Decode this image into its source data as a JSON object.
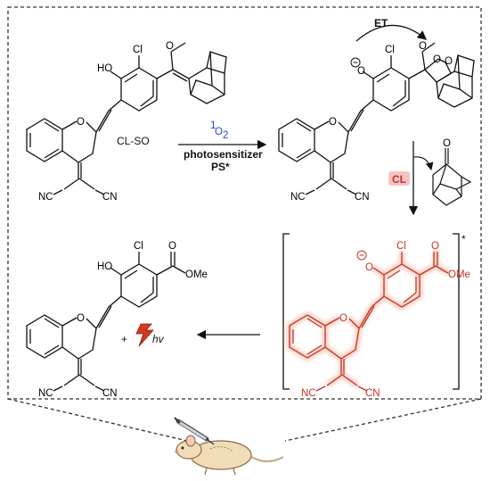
{
  "colors": {
    "ink": "#111111",
    "product_red": "#c8321e",
    "glow": "#f5cfc4",
    "singlet_blue": "#2b47c9",
    "cl_box": "#f3c4c4",
    "mouse_fill": "#f2dcb6",
    "mouse_line": "#8a6a44"
  },
  "probe": {
    "name": "CL-SO",
    "hydroxyl": "HO",
    "chloro": "Cl",
    "methoxy_o": "O",
    "ring_o": "O",
    "cn_left": "NC",
    "cn_right": "CN"
  },
  "reaction1": {
    "reagent_sup": "1",
    "reagent_main": "O",
    "reagent_sub": "2",
    "line1": "photosensitizer",
    "line2": "PS*"
  },
  "dioxetane": {
    "et_label": "ET",
    "phenoxide_o": "O",
    "chloro": "Cl",
    "o_methoxy": "O",
    "o_peroxide_1": "O",
    "o_peroxide_2": "O",
    "ring_o": "O",
    "cn_left": "NC",
    "cn_right": "CN"
  },
  "cl_step": {
    "label": "CL",
    "byproduct_ketone_o": "O"
  },
  "excited": {
    "star": "*",
    "phenoxide_o": "O",
    "chloro": "Cl",
    "ester_o": "O",
    "ester_ome": "OMe",
    "ring_o": "O",
    "cn_left": "NC",
    "cn_right": "CN"
  },
  "product": {
    "hydroxyl": "HO",
    "chloro": "Cl",
    "ester_o": "O",
    "ester_ome": "OMe",
    "ring_o": "O",
    "cn_left": "NC",
    "cn_right": "CN",
    "plus": "+",
    "hv": "hv"
  }
}
